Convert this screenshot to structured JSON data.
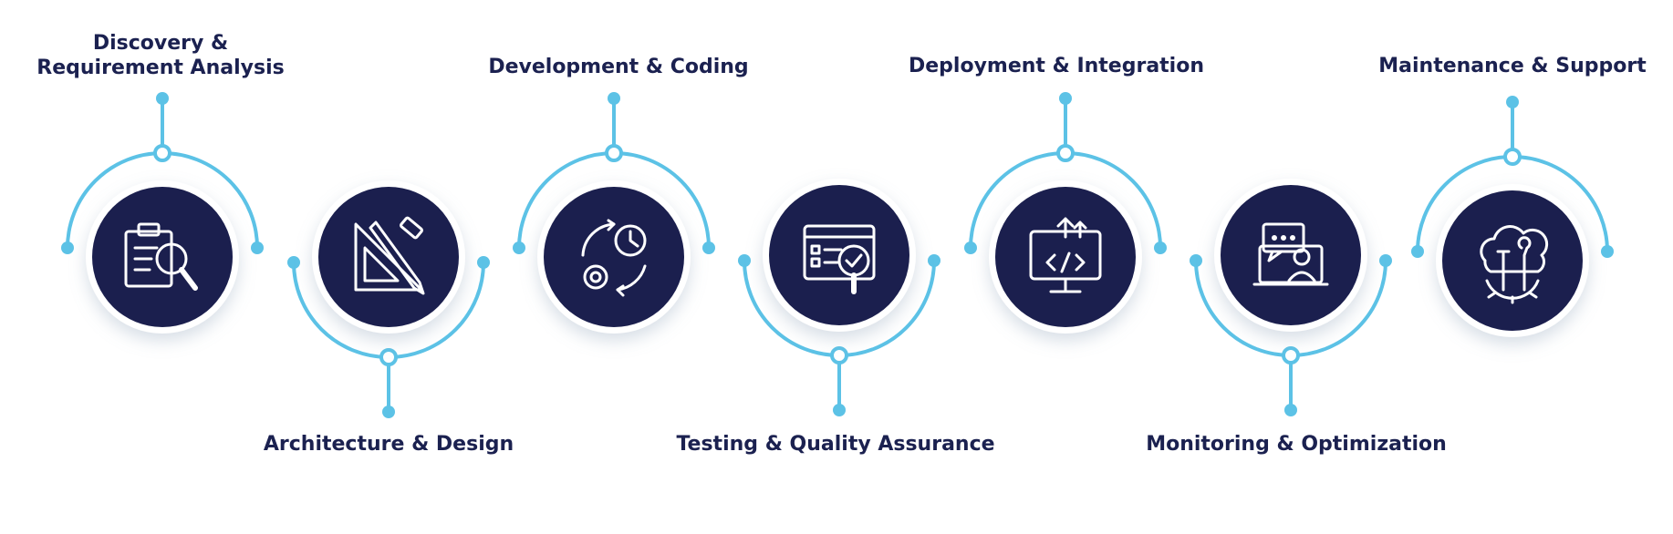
{
  "colors": {
    "navy": "#1b1f4e",
    "accent": "#5cc2e6",
    "label": "#1b2150",
    "ring": "#ffffff"
  },
  "steps": [
    {
      "title_lines": [
        "Discovery &",
        "Requirement Analysis"
      ],
      "icon": "clipboard-search-icon",
      "label_position": "top"
    },
    {
      "title_lines": [
        "Architecture & Design"
      ],
      "icon": "ruler-pencil-triangle-icon",
      "label_position": "bottom"
    },
    {
      "title_lines": [
        "Development & Coding"
      ],
      "icon": "cycle-clock-gear-icon",
      "label_position": "top"
    },
    {
      "title_lines": [
        "Testing & Quality Assurance"
      ],
      "icon": "browser-checklist-magnifier-icon",
      "label_position": "bottom"
    },
    {
      "title_lines": [
        "Deployment & Integration"
      ],
      "icon": "monitor-code-upload-icon",
      "label_position": "top"
    },
    {
      "title_lines": [
        "Monitoring & Optimization"
      ],
      "icon": "screen-person-chat-icon",
      "label_position": "bottom"
    },
    {
      "title_lines": [
        "Maintenance & Support"
      ],
      "icon": "cloud-tools-gear-icon",
      "label_position": "top"
    }
  ]
}
